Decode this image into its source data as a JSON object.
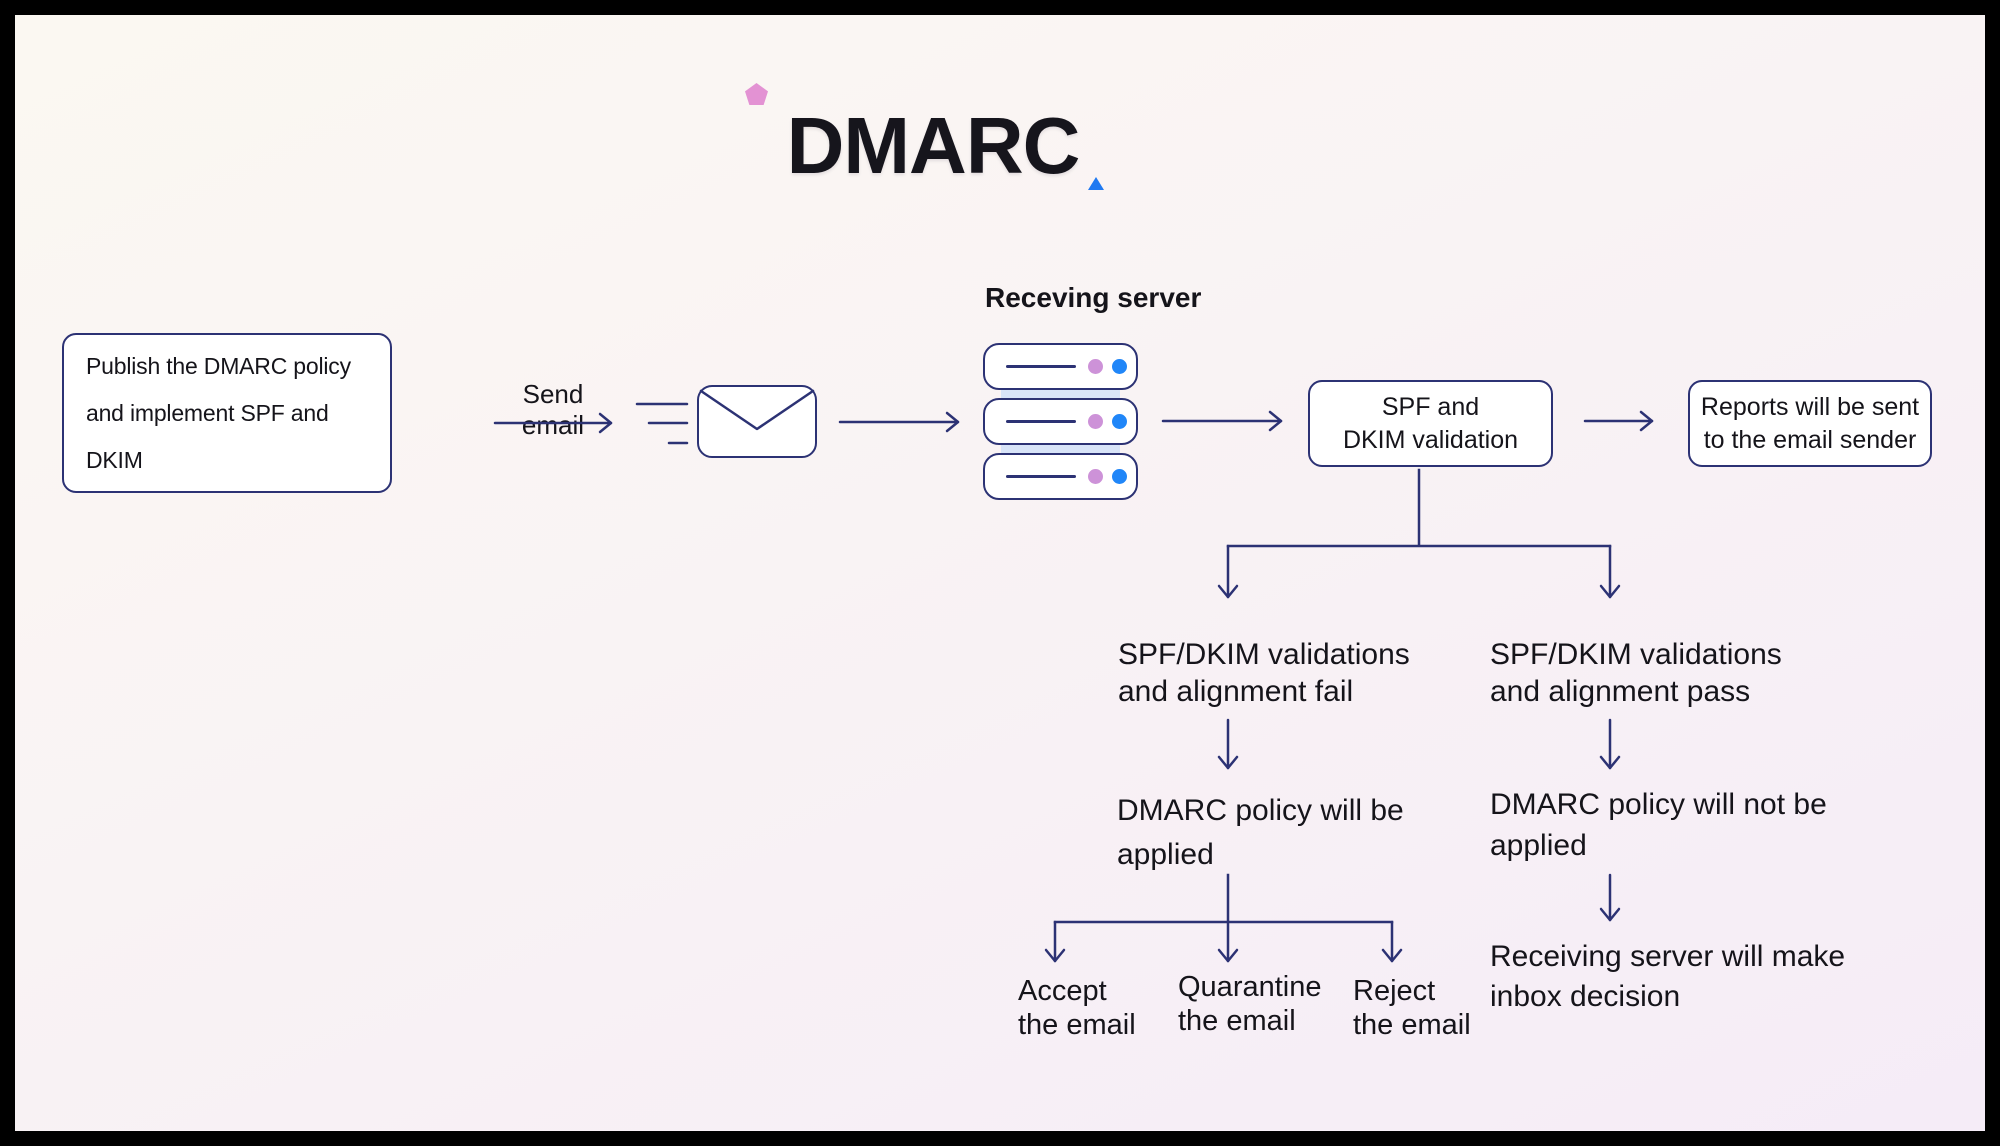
{
  "title": "DMARC",
  "colors": {
    "line_navy": "#2c3274",
    "text": "#15141a",
    "background_top": "#fbf8f2",
    "background_bottom": "#f5ecf7",
    "pentagon_pink": "#e392d3",
    "triangle_blue": "#2079f1",
    "server_led_pink": "#cd92d8",
    "server_led_blue": "#2086f8",
    "frame_black": "#000000"
  },
  "flow": {
    "publish_box": "Publish the DMARC policy\nand implement SPF and DKIM",
    "send_email_label": "Send email",
    "receiving_server_label": "Receving server",
    "spf_validation_box": "SPF and\nDKIM validation",
    "reports_box": "Reports will be sent\nto the email sender"
  },
  "branches": {
    "fail_label": "SPF/DKIM validations\nand alignment fail",
    "pass_label": "SPF/DKIM validations\nand alignment pass",
    "policy_applied": "DMARC policy will be\napplied",
    "policy_not_applied": "DMARC policy will not be\napplied",
    "outcome_accept": "Accept\nthe email",
    "outcome_quarantine": "Quarantine\nthe email",
    "outcome_reject": "Reject\nthe email",
    "inbox_decision": "Receiving server will make\ninbox decision"
  }
}
